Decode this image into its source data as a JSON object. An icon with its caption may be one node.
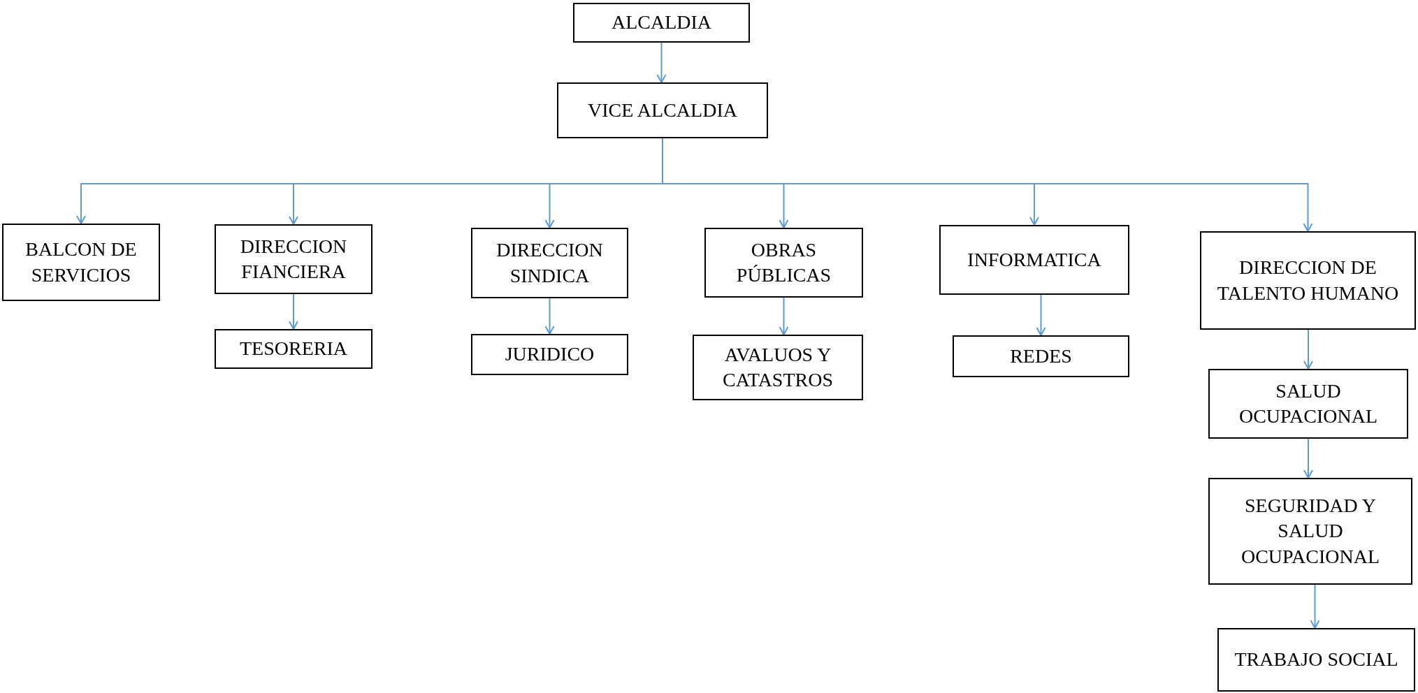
{
  "diagram": {
    "nodes": [
      {
        "text": [
          "ALCALDIA"
        ]
      },
      {
        "text": [
          "VICE ALCALDIA"
        ]
      },
      {
        "text": [
          "BALCON DE SERVICIOS"
        ]
      },
      {
        "text": [
          "DIRECCION FIANCIERA"
        ]
      },
      {
        "text": [
          "TESORERIA"
        ]
      },
      {
        "text": [
          "DIRECCION SINDICA"
        ]
      },
      {
        "text": [
          "JURIDICO"
        ]
      },
      {
        "text": [
          "OBRAS PÚBLICAS"
        ]
      },
      {
        "text": [
          "AVALUOS Y CATASTROS"
        ]
      },
      {
        "text": [
          "INFORMATICA"
        ]
      },
      {
        "text": [
          "REDES"
        ]
      },
      {
        "text": [
          "DIRECCION DE TALENTO HUMANO"
        ]
      },
      {
        "text": [
          "SALUD OCUPACIONAL"
        ]
      },
      {
        "text": [
          "SEGURIDAD Y SALUD OCUPACIONAL"
        ]
      },
      {
        "text": [
          "TRABAJO SOCIAL"
        ]
      }
    ],
    "edges": [
      {
        "from": 0,
        "to": 1,
        "arrow": "to"
      },
      {
        "from": 1,
        "to": 2,
        "arrow": "to"
      },
      {
        "from": 1,
        "to": 3,
        "arrow": "to"
      },
      {
        "from": 1,
        "to": 5,
        "arrow": "to"
      },
      {
        "from": 1,
        "to": 7,
        "arrow": "to"
      },
      {
        "from": 1,
        "to": 9,
        "arrow": "to"
      },
      {
        "from": 1,
        "to": 11,
        "arrow": "to"
      },
      {
        "from": 3,
        "to": 4,
        "arrow": "to"
      },
      {
        "from": 5,
        "to": 6,
        "arrow": "to"
      },
      {
        "from": 7,
        "to": 8,
        "arrow": "to"
      },
      {
        "from": 9,
        "to": 10,
        "arrow": "to"
      },
      {
        "from": 11,
        "to": 12,
        "arrow": "to"
      },
      {
        "from": 12,
        "to": 13,
        "arrow": "to"
      },
      {
        "from": 13,
        "to": 14,
        "arrow": "to"
      }
    ]
  }
}
